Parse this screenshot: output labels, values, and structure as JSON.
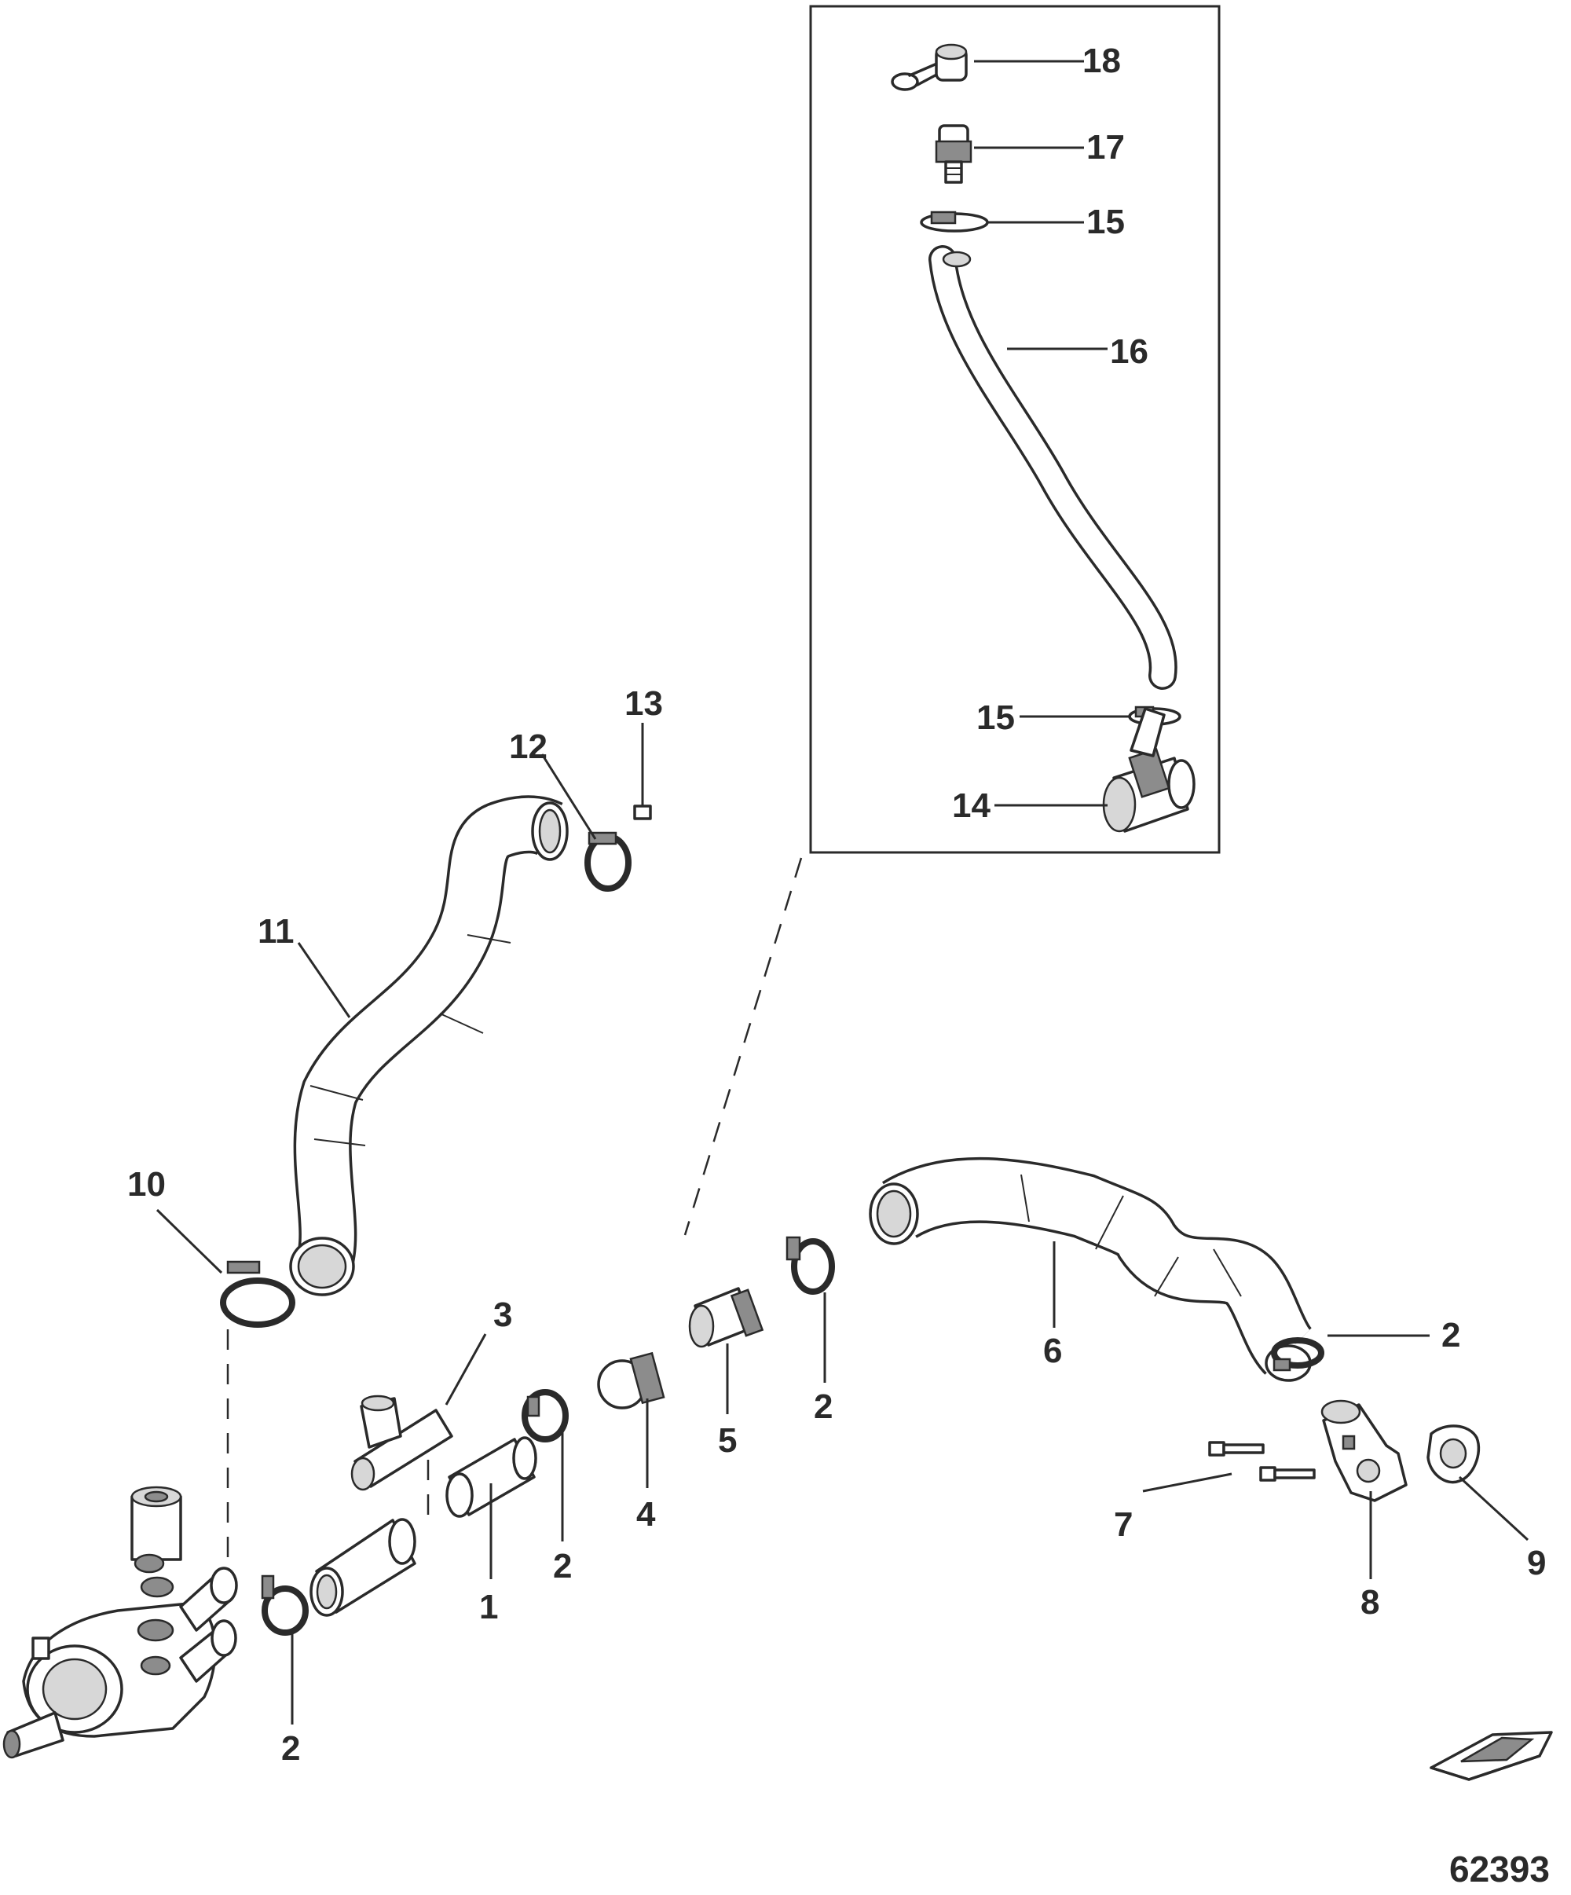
{
  "figure_number": "62393",
  "callouts": {
    "c1": "1",
    "c2a": "2",
    "c2b": "2",
    "c2c": "2",
    "c2d": "2",
    "c3": "3",
    "c4": "4",
    "c5": "5",
    "c6": "6",
    "c7": "7",
    "c8": "8",
    "c9": "9",
    "c10": "10",
    "c11": "11",
    "c12": "12",
    "c13": "13",
    "c14": "14",
    "c15a": "15",
    "c15b": "15",
    "c16": "16",
    "c17": "17",
    "c18": "18"
  },
  "icons": {
    "boat": "boat-orientation-icon",
    "pump": "seawater-pump-icon"
  }
}
